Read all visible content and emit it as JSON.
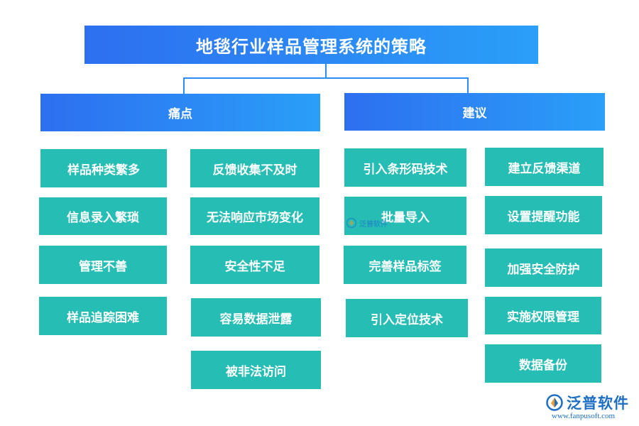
{
  "title": "地毯行业样品管理系统的策略",
  "pain_points": {
    "header": "痛点",
    "col1": [
      "样品种类繁多",
      "信息录入繁琐",
      "管理不善",
      "样品追踪困难"
    ],
    "col2": [
      "反馈收集不及时",
      "无法响应市场变化",
      "安全性不足",
      "容易数据泄露",
      "被非法访问"
    ]
  },
  "suggestions": {
    "header": "建议",
    "col1": [
      "引入条形码技术",
      "批量导入",
      "完善样品标签",
      "引入定位技术"
    ],
    "col2": [
      "建立反馈渠道",
      "设置提醒功能",
      "加强安全防护",
      "实施权限管理",
      "数据备份"
    ]
  },
  "brand": {
    "name": "泛普软件",
    "url": "www.fanpusoft.com",
    "watermark": "泛普软件",
    "color": "#1d6fc4"
  },
  "colors": {
    "header_gradient_start": "#2d6ff0",
    "header_gradient_end": "#2a9ff8",
    "box": "#25bdb4",
    "connector": "#2a8ff0"
  }
}
